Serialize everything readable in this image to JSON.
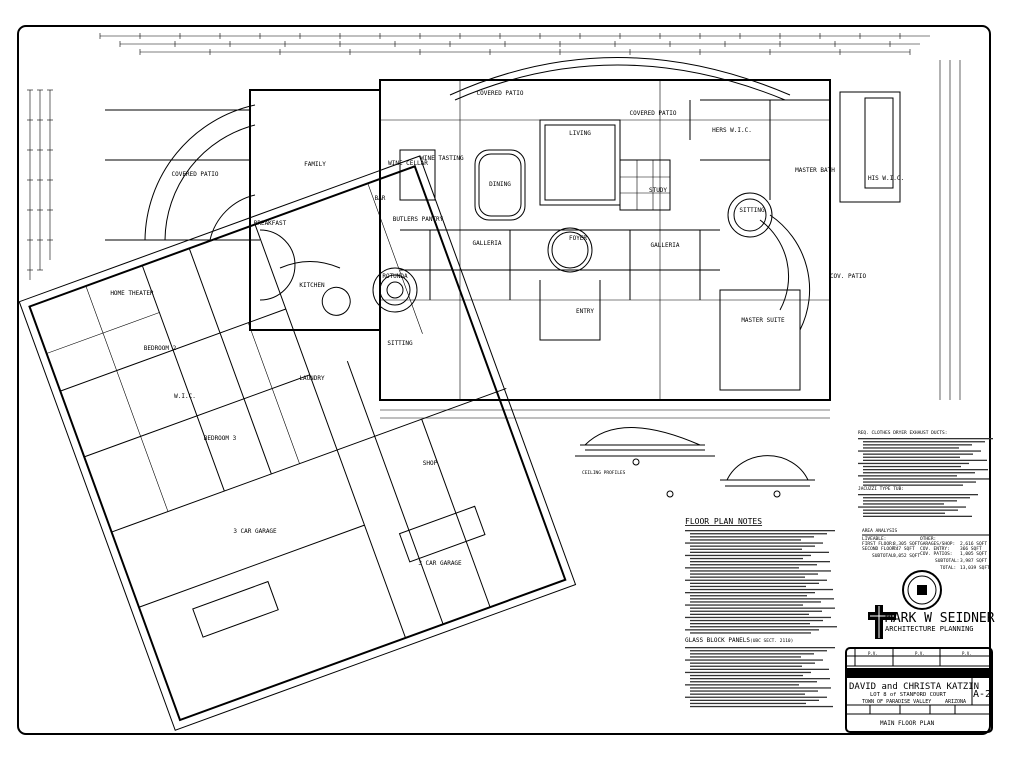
{
  "rooms": {
    "covered_patio_left": "COVERED PATIO",
    "family": "FAMILY",
    "breakfast": "BREAKFAST",
    "kitchen": "KITCHEN",
    "wine_cellar": "WINE CELLAR",
    "wine_tasting": "WINE TASTING",
    "dining": "DINING",
    "covered_patio_top": "COVERED PATIO",
    "living": "LIVING",
    "covered_patio_right": "COVERED PATIO",
    "study": "STUDY",
    "galleria_left": "GALLERIA",
    "galleria_right": "GALLERIA",
    "foyer": "FOYER",
    "entry": "ENTRY",
    "butlers_pantry": "BUTLERS PANTRY",
    "rotunda": "ROTUNDA",
    "bar": "BAR",
    "hers_wic": "HERS W.I.C.",
    "his_wic": "HIS W.I.C.",
    "master_bath": "MASTER BATH",
    "sitting_master": "SITTING",
    "master_suite": "MASTER SUITE",
    "cov_patio_master": "COV. PATIO",
    "home_theater": "HOME THEATER",
    "bedroom_2": "BEDROOM 2",
    "bedroom_3": "BEDROOM 3",
    "wic": "W.I.C.",
    "laundry": "LAUNDRY",
    "sitting": "SITTING",
    "shop": "SHOP",
    "garage_1": "3 CAR GARAGE",
    "garage_2": "3 CAR GARAGE"
  },
  "ceiling_profiles": {
    "label": "CEILING PROFILES"
  },
  "notes": {
    "dryer_heading": "REQ. CLOTHES DRYER EXHAUST DUCTS:",
    "jacuzzi_heading": "JACUZZI TYPE TUB:",
    "floor_plan_notes_heading": "FLOOR PLAN NOTES",
    "glass_block_heading": "GLASS BLOCK PANELS",
    "glass_block_ref": "(UBC SECT. 2110)"
  },
  "area_analysis": {
    "heading": "AREA ANALYSIS",
    "liveable_label": "LIVEABLE:",
    "first_floor_label": "FIRST FLOOR:",
    "first_floor_value": "8,305 SQFT",
    "second_floor_label": "SECOND FLOOR:",
    "second_floor_value": "747 SQFT",
    "liveable_subtotal_label": "SUBTOTAL:",
    "liveable_subtotal_value": "9,052 SQFT",
    "other_label": "OTHER:",
    "garage_label": "GARAGES/SHOP:",
    "garage_value": "2,616 SQFT",
    "cov_entry_label": "COV. ENTRY:",
    "cov_entry_value": "366 SQFT",
    "cov_patios_label": "COV. PATIOS:",
    "cov_patios_value": "1,005 SQFT",
    "other_subtotal_label": "SUBTOTAL:",
    "other_subtotal_value": "3,987 SQFT",
    "total_label": "TOTAL:",
    "total_value": "13,039 SQFT"
  },
  "firm": {
    "name": "MARK W SEIDNER",
    "subtitle": "ARCHITECTURE  PLANNING"
  },
  "title_block": {
    "client": "DAVID and CHRISTA KATZIN",
    "lot": "LOT 8 of STANFORD COURT",
    "town": "TOWN OF PARADISE VALLEY",
    "state": "ARIZONA",
    "sheet": "A-2",
    "sheet_title": "MAIN FLOOR PLAN",
    "revisions": [
      "P.V.",
      "P.V.",
      "P.V."
    ]
  }
}
